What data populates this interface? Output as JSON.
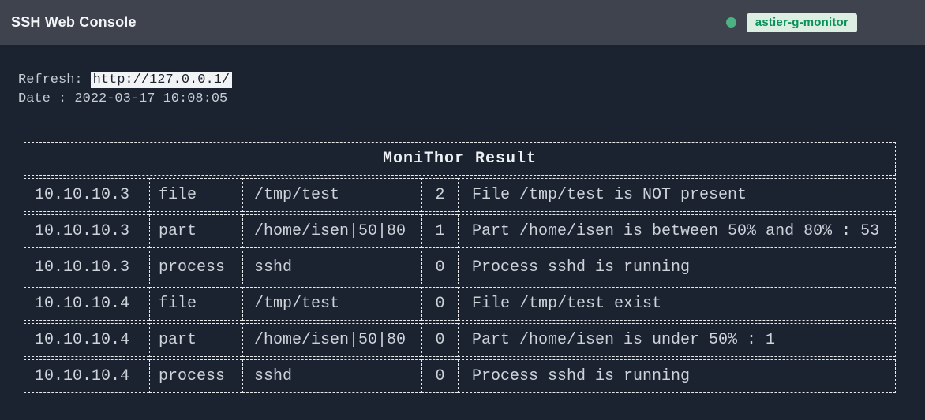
{
  "header": {
    "title": "SSH Web Console",
    "badge_label": "astier-g-monitor",
    "status_dot_color": "#4cb183",
    "badge_bg_color": "#dcede2",
    "badge_text_color": "#0a9159"
  },
  "info": {
    "refresh_label": "Refresh:",
    "refresh_url": "http://127.0.0.1/",
    "date_line": "Date : 2022-03-17 10:08:05"
  },
  "table": {
    "title": "MoniThor Result",
    "rows": [
      {
        "host": "10.10.10.3",
        "check": "file",
        "target": "/tmp/test",
        "status": "2",
        "message": "File /tmp/test is NOT present"
      },
      {
        "host": "10.10.10.3",
        "check": "part",
        "target": "/home/isen|50|80",
        "status": "1",
        "message": "Part /home/isen is between 50% and 80% : 53"
      },
      {
        "host": "10.10.10.3",
        "check": "process",
        "target": "sshd",
        "status": "0",
        "message": "Process sshd is running"
      },
      {
        "host": "10.10.10.4",
        "check": "file",
        "target": "/tmp/test",
        "status": "0",
        "message": "File /tmp/test exist"
      },
      {
        "host": "10.10.10.4",
        "check": "part",
        "target": "/home/isen|50|80",
        "status": "0",
        "message": "Part /home/isen is under 50% : 1"
      },
      {
        "host": "10.10.10.4",
        "check": "process",
        "target": "sshd",
        "status": "0",
        "message": "Process sshd is running"
      }
    ]
  },
  "colors": {
    "page_bg": "#1b2230",
    "topbar_bg": "#3e434e",
    "table_border": "#e9e9e9",
    "mono_text": "#ced3da"
  }
}
